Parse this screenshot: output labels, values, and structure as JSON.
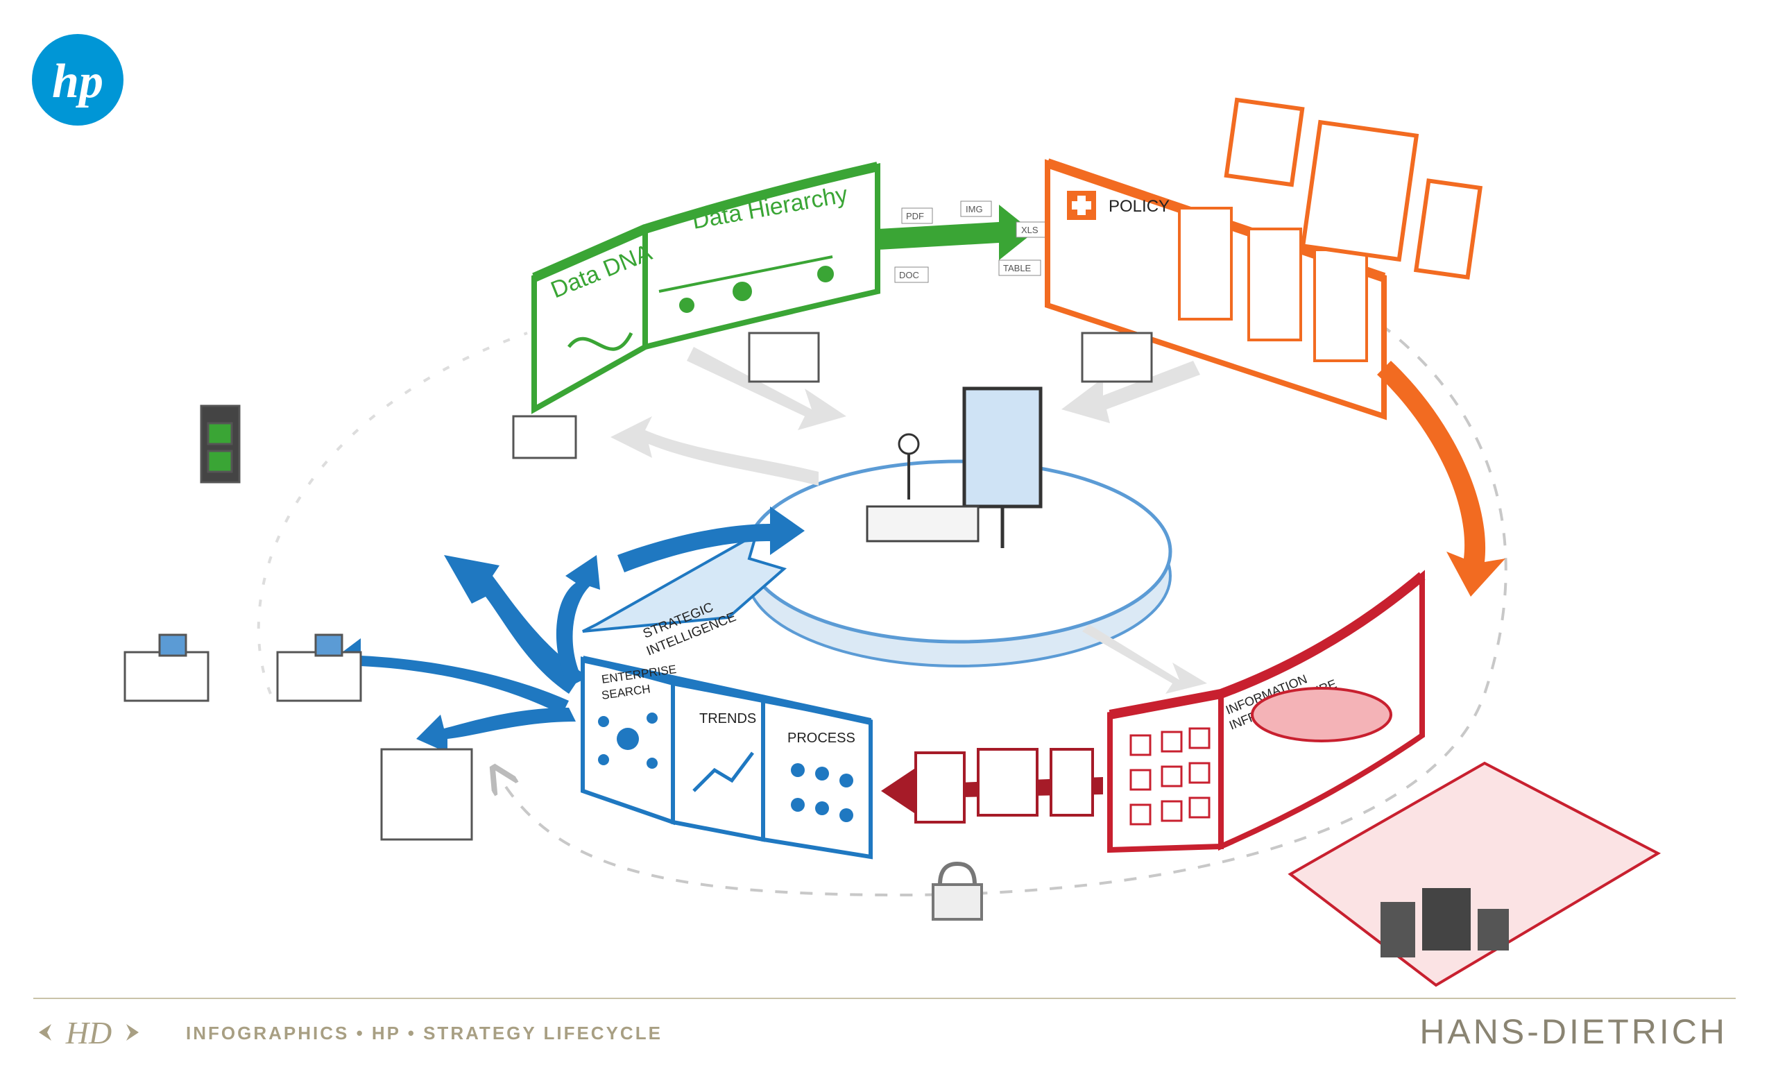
{
  "logo": {
    "text": "hp",
    "color": "#0096d6"
  },
  "panels": {
    "green": {
      "color": "#3aa535",
      "data_dna": "Data DNA",
      "data_hierarchy": "Data Hierarchy"
    },
    "orange": {
      "color": "#f26b21",
      "policy": "POLICY"
    },
    "red": {
      "color": "#c8202f",
      "info_infra_line1": "INFORMATION",
      "info_infra_line2": "INFRASTRUCTURE"
    },
    "blue": {
      "color": "#1f78c1",
      "strategic_line1": "STRATEGIC",
      "strategic_line2": "INTELLIGENCE",
      "enterprise_line1": "ENTERPRISE",
      "enterprise_line2": "SEARCH",
      "trends": "TRENDS",
      "process": "PROCESS"
    }
  },
  "file_tags": [
    "PDF",
    "IMG",
    "XLS",
    "DOC",
    "TABLE"
  ],
  "footer": {
    "monogram": "HD",
    "tagline": "INFOGRAPHICS • HP • STRATEGY LIFECYCLE",
    "brand": "HANS-DIETRICH"
  }
}
